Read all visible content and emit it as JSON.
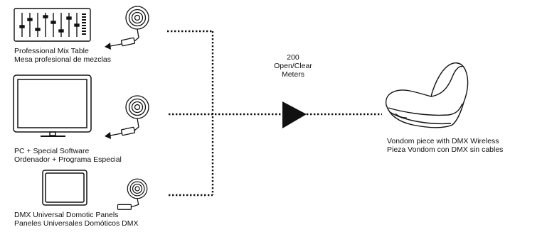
{
  "sources": [
    {
      "id": "mix-table",
      "line1": "Professional Mix Table",
      "line2": "Mesa profesional de mezclas",
      "icon": "mixing-console-icon"
    },
    {
      "id": "pc-software",
      "line1": "PC + Special Software",
      "line2": "Ordenador + Programa Especial",
      "icon": "monitor-icon"
    },
    {
      "id": "domotic-panel",
      "line1": "DMX Universal Domotic Panels",
      "line2": "Paneles Universales Domóticos DMX",
      "icon": "touch-panel-icon"
    }
  ],
  "transmitter_icon": "wireless-transmitter-icon",
  "range": {
    "value": "200",
    "condition": "Open/Clear",
    "unit": "Meters"
  },
  "target": {
    "line1": "Vondom piece with DMX Wireless",
    "line2": "Pieza Vondom con DMX sin cables",
    "icon": "lounge-chair-icon"
  },
  "colors": {
    "stroke": "#111111",
    "background": "#ffffff"
  }
}
